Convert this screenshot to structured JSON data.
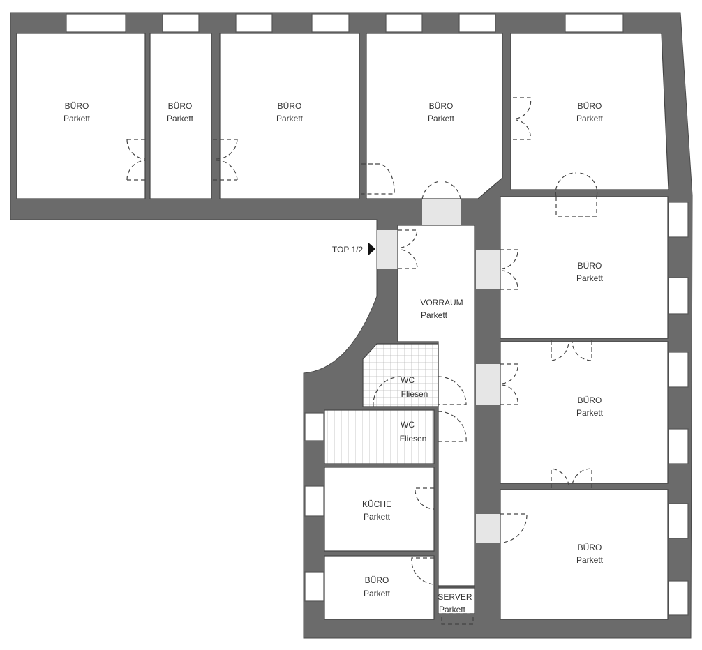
{
  "plan": {
    "entrance_label": "TOP 1/2",
    "rooms": [
      {
        "name": "BÜRO",
        "floor": "Parkett"
      },
      {
        "name": "BÜRO",
        "floor": "Parkett"
      },
      {
        "name": "BÜRO",
        "floor": "Parkett"
      },
      {
        "name": "BÜRO",
        "floor": "Parkett"
      },
      {
        "name": "BÜRO",
        "floor": "Parkett"
      },
      {
        "name": "BÜRO",
        "floor": "Parkett"
      },
      {
        "name": "BÜRO",
        "floor": "Parkett"
      },
      {
        "name": "BÜRO",
        "floor": "Parkett"
      },
      {
        "name": "VORRAUM",
        "floor": "Parkett"
      },
      {
        "name": "WC",
        "floor": "Fliesen"
      },
      {
        "name": "WC",
        "floor": "Fliesen"
      },
      {
        "name": "KÜCHE",
        "floor": "Parkett"
      },
      {
        "name": "BÜRO",
        "floor": "Parkett"
      },
      {
        "name": "SERVER",
        "floor": "Parkett"
      }
    ]
  }
}
